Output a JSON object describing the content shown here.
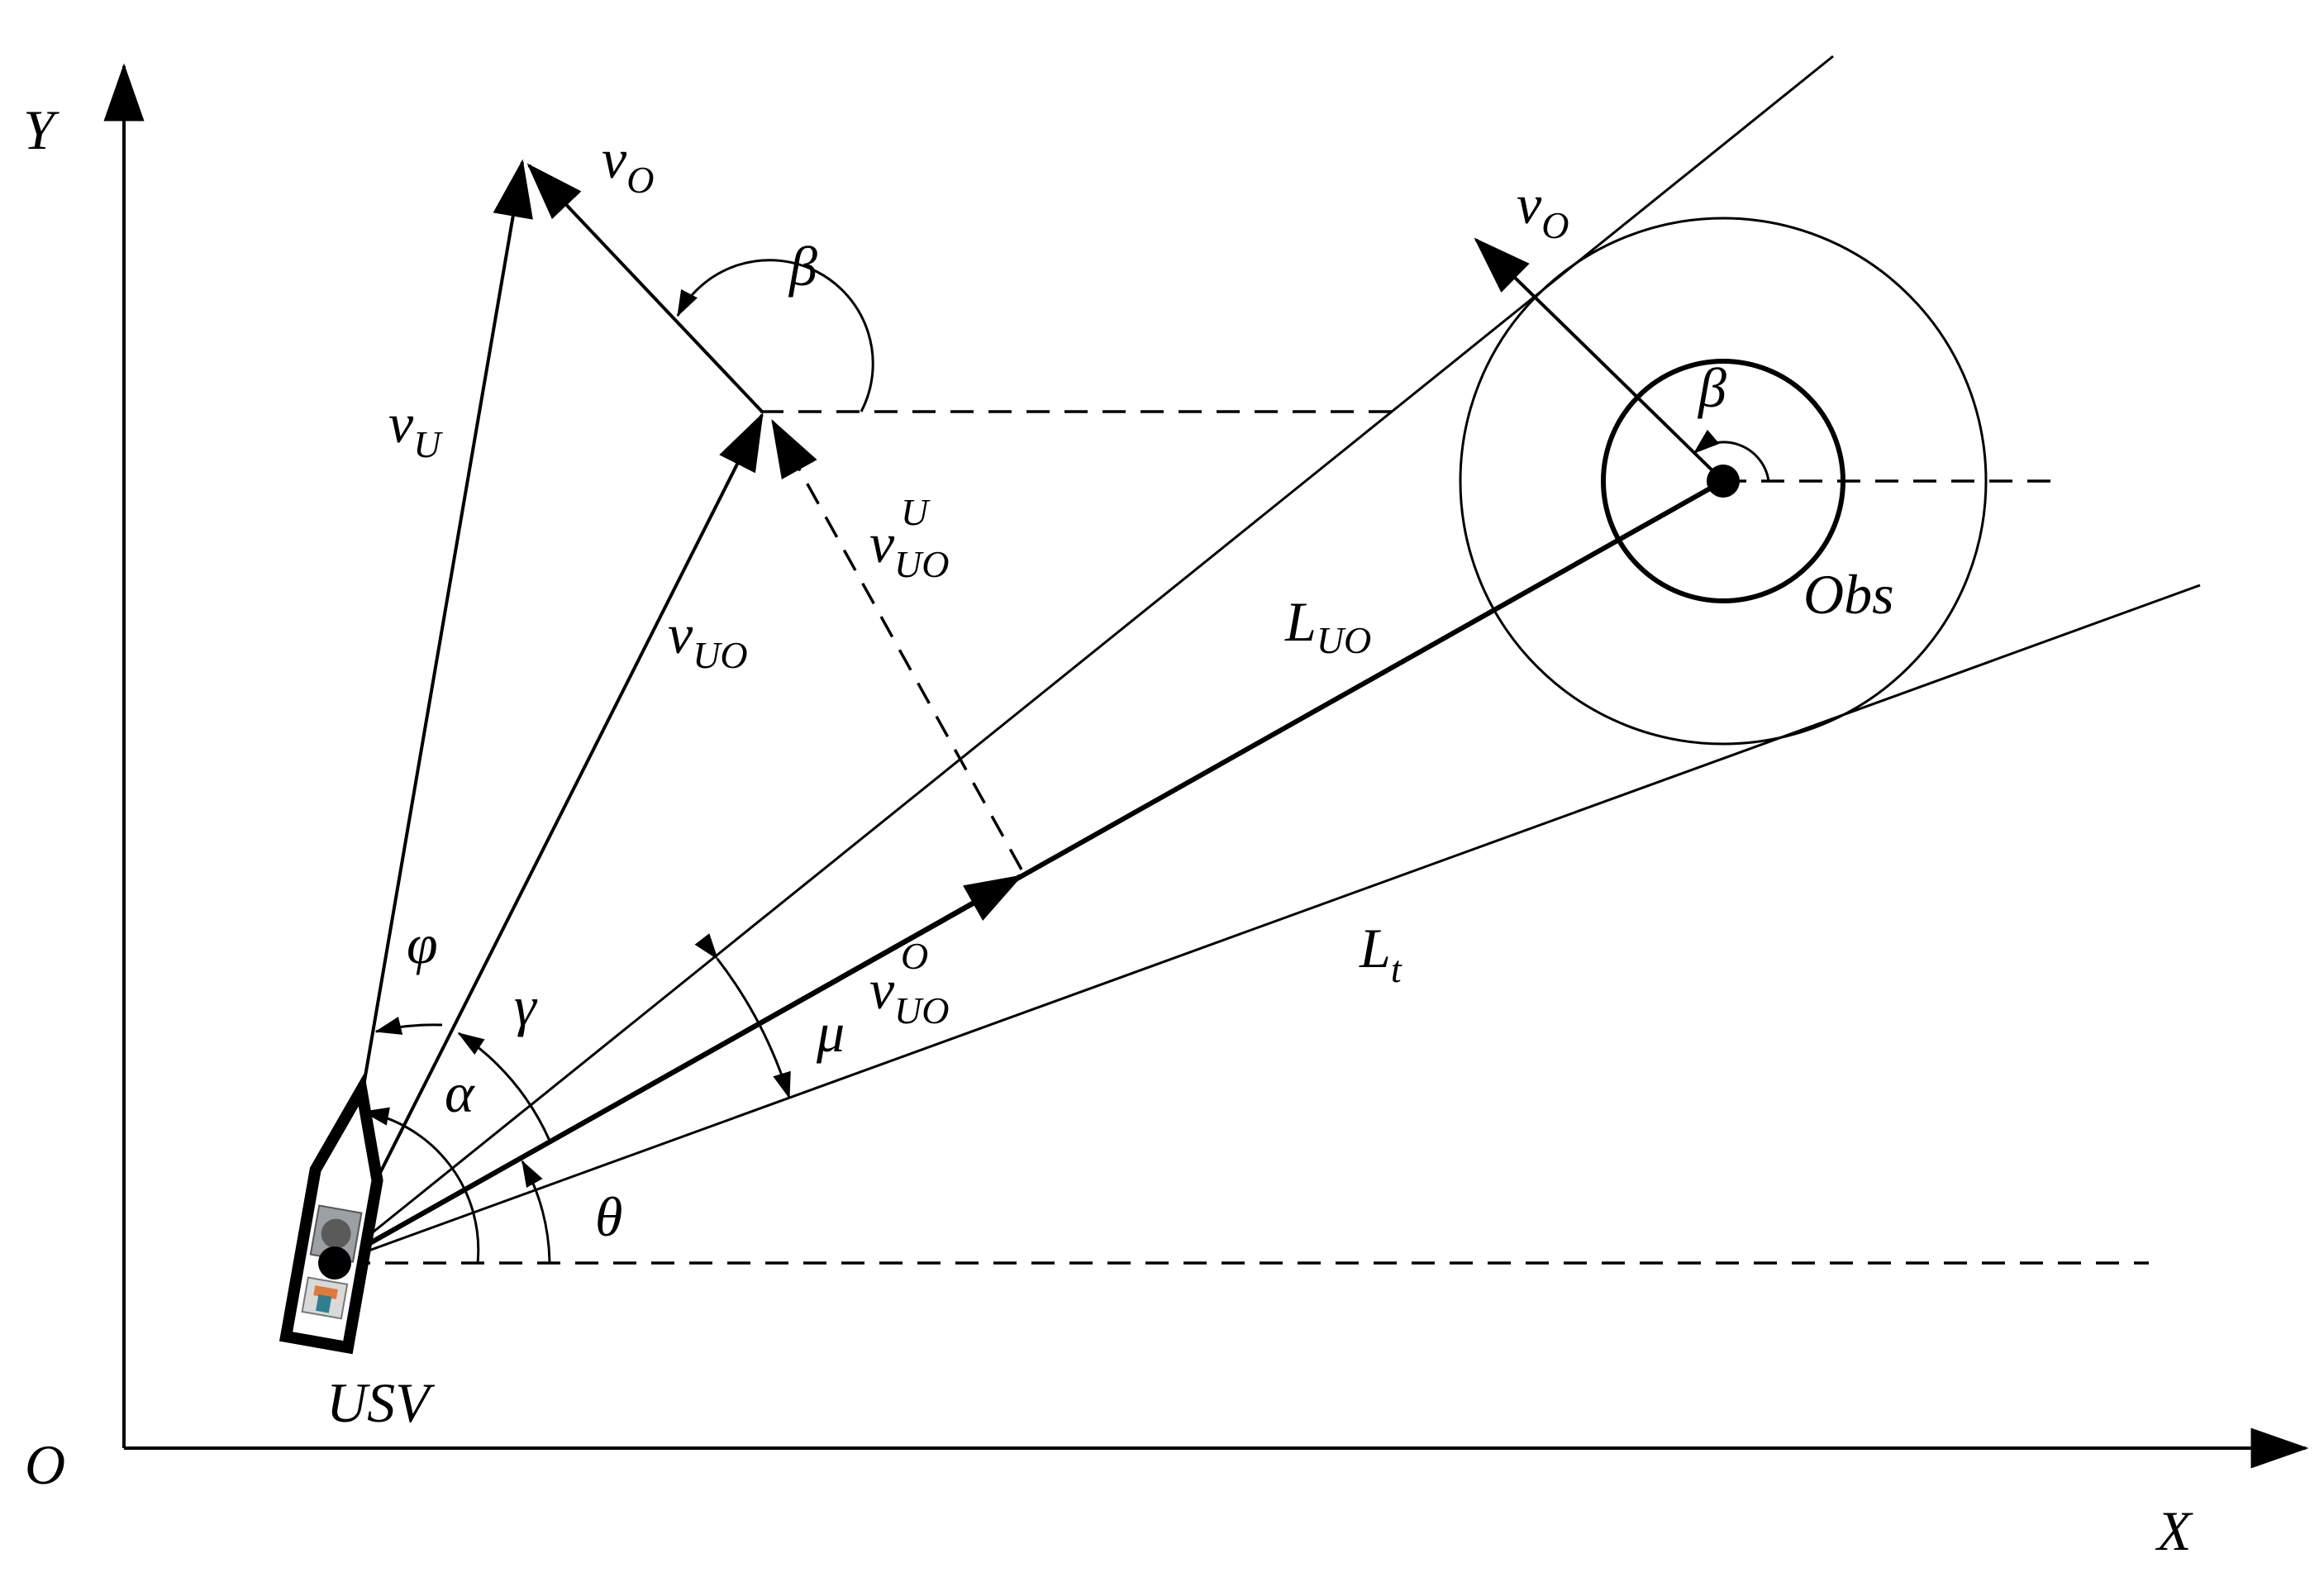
{
  "axes": {
    "origin_label": "O",
    "x_label": "X",
    "y_label": "Y"
  },
  "labels": {
    "usv": "USV",
    "obs": "Obs",
    "v_u_main": "v",
    "v_u_sub": "U",
    "v_o_main": "v",
    "v_o_sub": "O",
    "v_o2_main": "v",
    "v_o2_sub": "O",
    "v_uo_main": "v",
    "v_uo_sub": "UO",
    "v_uo_u_main": "v",
    "v_uo_u_sub": "UO",
    "v_uo_u_sup": "U",
    "v_uo_o_main": "v",
    "v_uo_o_sub": "UO",
    "v_uo_o_sup": "O",
    "l_uo_main": "L",
    "l_uo_sub": "UO",
    "l_t_main": "L",
    "l_t_sub": "t",
    "beta": "β",
    "beta2": "β",
    "phi": "φ",
    "gamma": "γ",
    "alpha": "α",
    "mu": "μ",
    "theta": "θ"
  }
}
